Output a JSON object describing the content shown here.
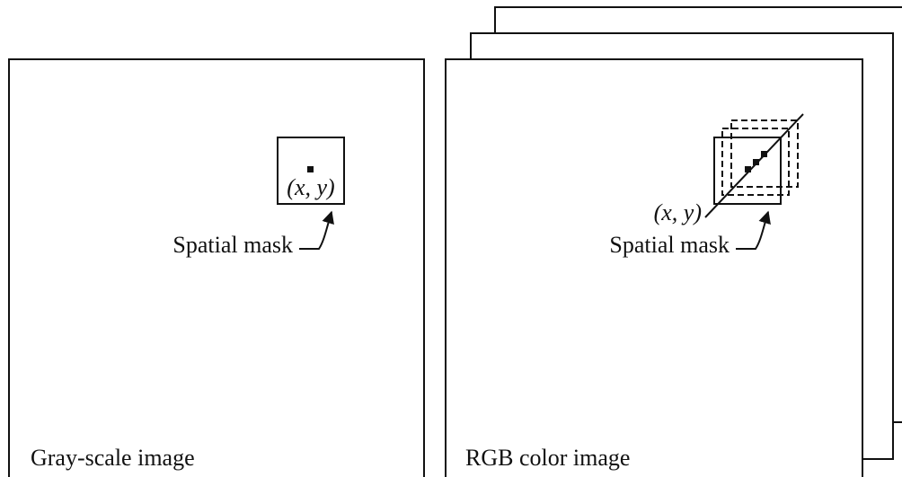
{
  "gray_panel": {
    "caption": "Gray-scale image",
    "mask_label": "Spatial mask",
    "coordinate": "(x, y)"
  },
  "rgb_panel": {
    "caption": "RGB color image",
    "mask_label": "Spatial mask",
    "coordinate": "(x, y)"
  }
}
